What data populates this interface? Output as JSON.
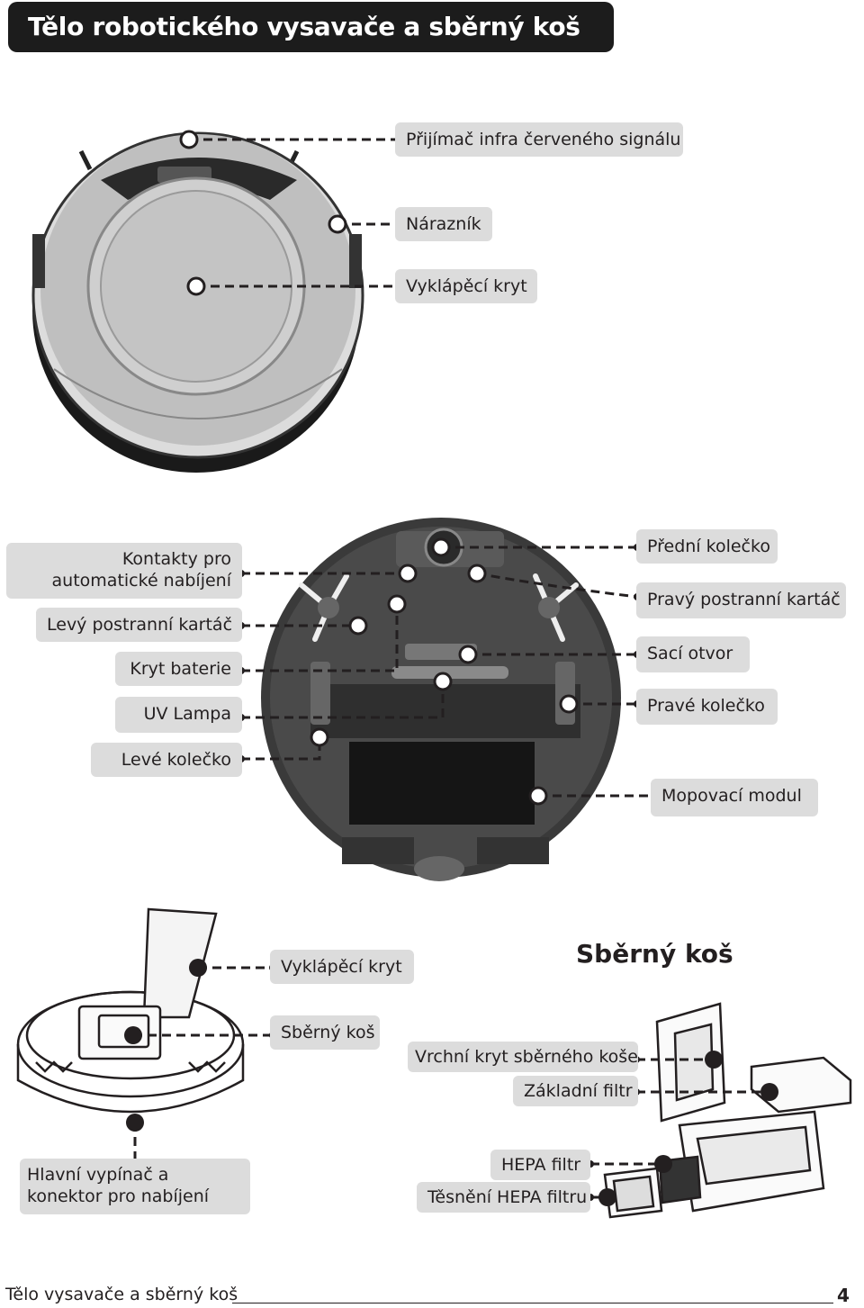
{
  "header": {
    "title": "Tělo robotického vysavače a sběrný koš"
  },
  "top_labels": {
    "ir_receiver": "Přijímač infra červeného signálu",
    "bumper": "Nárazník",
    "flip_cover": "Vyklápěcí kryt"
  },
  "bottom_labels": {
    "charging_contacts": "Kontakty pro automatické nabíjení",
    "left_side_brush": "Levý postranní kartáč",
    "battery_cover": "Kryt baterie",
    "uv_lamp": "UV Lampa",
    "left_wheel": "Levé kolečko",
    "front_wheel": "Přední kolečko",
    "right_side_brush": "Pravý postranní kartáč",
    "suction_opening": "Sací otvor",
    "right_wheel": "Pravé kolečko",
    "mop_module": "Mopovací modul"
  },
  "bin_section": {
    "title": "Sběrný koš",
    "flip_cover": "Vyklápěcí kryt",
    "dust_bin": "Sběrný koš",
    "bin_top_cover": "Vrchní kryt sběrného koše",
    "basic_filter": "Základní filtr",
    "main_switch": "Hlavní vypínač a konektor pro nabíjení",
    "hepa_filter": "HEPA filtr",
    "hepa_seal": "Těsnění HEPA filtru"
  },
  "footer": {
    "text": "Tělo vysavače a sběrný koš",
    "page": "4"
  }
}
